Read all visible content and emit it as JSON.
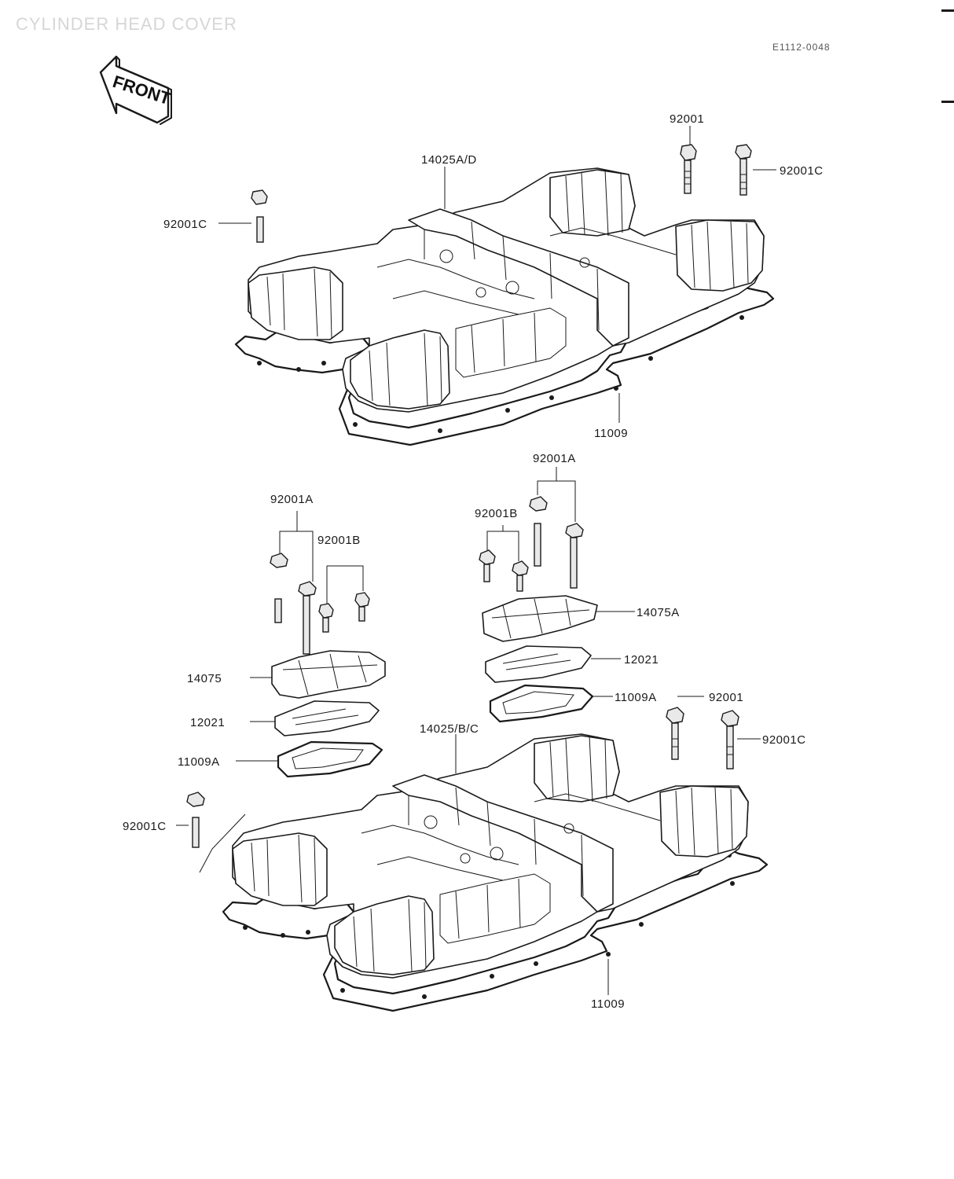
{
  "header": {
    "title": "CYLINDER HEAD COVER",
    "figure_code": "E1112-0048"
  },
  "front_arrow": {
    "label": "FRONT"
  },
  "upper_assembly": {
    "labels": {
      "bolt_main": "92001",
      "cover": "14025A/D",
      "bolt_c_right": "92001C",
      "bolt_c_left": "92001C",
      "gasket": "11009"
    }
  },
  "lower_assembly": {
    "labels": {
      "bolt_a_left": "92001A",
      "bolt_b_left": "92001B",
      "cap_left": "14075",
      "plate_left": "12021",
      "gasket_left": "11009A",
      "bolt_a_right": "92001A",
      "bolt_b_right": "92001B",
      "cap_right": "14075A",
      "plate_right": "12021",
      "gasket_right": "11009A",
      "bolt_plain": "92001",
      "cover": "14025/B/C",
      "bolt_c_right": "92001C",
      "bolt_c_left": "92001C",
      "gasket": "11009"
    }
  }
}
